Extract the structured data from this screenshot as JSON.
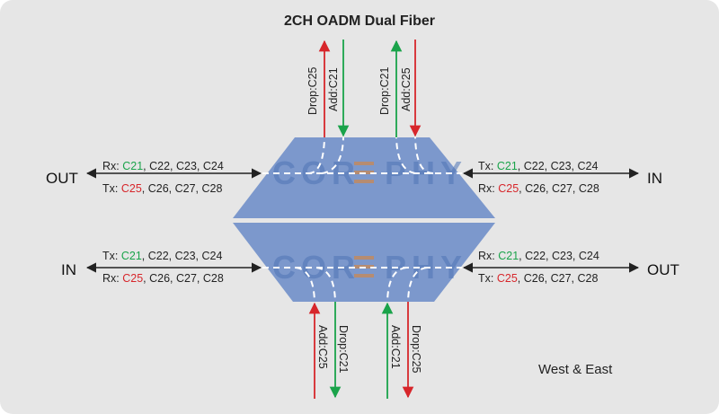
{
  "title": "2CH OADM Dual Fiber",
  "watermark": {
    "left": "COR",
    "right": "PHY"
  },
  "region_label": "West & East",
  "colors": {
    "background": "#e6e6e6",
    "module": "#7c98cc",
    "watermark": "#4f75b5",
    "green": "#1aa34a",
    "red": "#d7262b",
    "arrow": "#222222",
    "dash": "#ffffff"
  },
  "top": {
    "left_port": "OUT",
    "right_port": "IN",
    "left_rx": {
      "prefix": "Rx: ",
      "hl": "C21",
      "rest": ", C22,  C23, C24",
      "hl_color": "green"
    },
    "left_tx": {
      "prefix": "Tx: ",
      "hl": "C25",
      "rest": ", C26, C27, C28",
      "hl_color": "red"
    },
    "right_tx": {
      "prefix": "Tx: ",
      "hl": "C21",
      "rest": ", C22,  C23, C24",
      "hl_color": "green"
    },
    "right_rx": {
      "prefix": "Rx: ",
      "hl": "C25",
      "rest": ", C26, C27, C28",
      "hl_color": "red"
    },
    "vertical": [
      "Drop:C25",
      "Add:C21",
      "Drop:C21",
      "Add:C25"
    ]
  },
  "bottom": {
    "left_port": "IN",
    "right_port": "OUT",
    "left_tx": {
      "prefix": "Tx: ",
      "hl": "C21",
      "rest": ", C22,  C23, C24",
      "hl_color": "green"
    },
    "left_rx": {
      "prefix": "Rx: ",
      "hl": "C25",
      "rest": ", C26, C27, C28",
      "hl_color": "red"
    },
    "right_rx": {
      "prefix": "Rx: ",
      "hl": "C21",
      "rest": ", C22,  C23, C24",
      "hl_color": "green"
    },
    "right_tx": {
      "prefix": "Tx: ",
      "hl": "C25",
      "rest": ", C26, C27, C28",
      "hl_color": "red"
    },
    "vertical": [
      "Add:C25",
      "Drop:C21",
      "Add:C21",
      "Drop:C25"
    ]
  }
}
